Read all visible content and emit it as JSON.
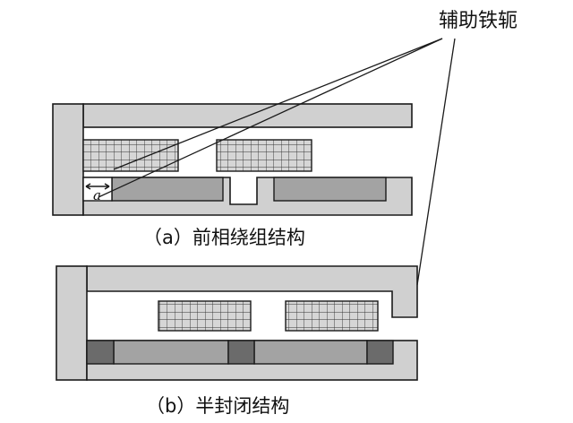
{
  "callout": {
    "label": "辅助铁轭"
  },
  "diagram_a": {
    "caption": "（a）前相绕组结构",
    "gap_symbol": "a"
  },
  "diagram_b": {
    "caption": "（b）半封闭结构"
  },
  "colors": {
    "iron": "#d0d0d0",
    "magnet": "#a3a3a3",
    "dark_magnet": "#6b6b6b",
    "coil_fill": "#d6d6d6",
    "outline": "#1a1a1a"
  }
}
